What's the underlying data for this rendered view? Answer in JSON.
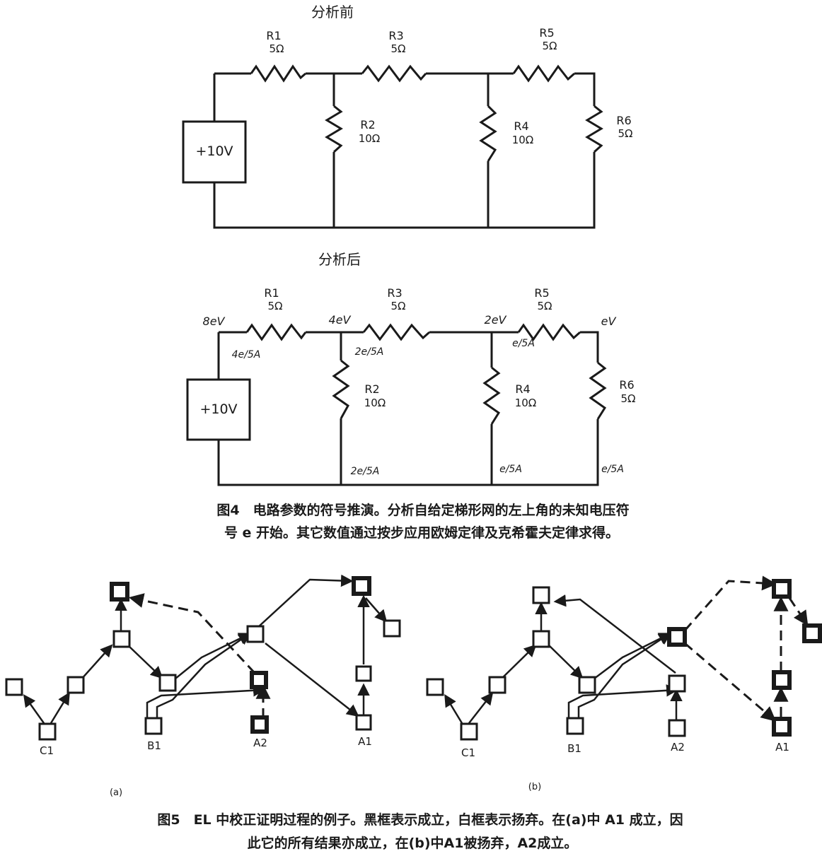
{
  "figure4": {
    "before_title": "分析前",
    "after_title": "分析后",
    "before": {
      "r1": {
        "name": "R1",
        "value": "5Ω"
      },
      "r3": {
        "name": "R3",
        "value": "5Ω"
      },
      "r5": {
        "name": "R5",
        "value": "5Ω"
      },
      "r2": {
        "name": "R2",
        "value": "10Ω"
      },
      "r4": {
        "name": "R4",
        "value": "10Ω"
      },
      "r6": {
        "name": "R6",
        "value": "5Ω"
      },
      "source": "+10V"
    },
    "after": {
      "r1": {
        "name": "R1",
        "value": "5Ω"
      },
      "r3": {
        "name": "R3",
        "value": "5Ω"
      },
      "r5": {
        "name": "R5",
        "value": "5Ω"
      },
      "r2": {
        "name": "R2",
        "value": "10Ω"
      },
      "r4": {
        "name": "R4",
        "value": "10Ω"
      },
      "r6": {
        "name": "R6",
        "value": "5Ω"
      },
      "source": "+10V",
      "node_voltages": [
        "8eV",
        "4eV",
        "2eV",
        "eV"
      ],
      "currents": {
        "i_source": "4e/5A",
        "i_r2_top": "2e/5A",
        "i_r4_top": "e/5A",
        "i_r2_bottom": "2e/5A",
        "i_r4_bottom": "e/5A",
        "i_r6_bottom": "e/5A"
      }
    },
    "caption_line1": "图4　电路参数的符号推演。分析自给定梯形网的左上角的未知电压符",
    "caption_line2": "号 e 开始。其它数值通过按步应用欧姆定律及克希霍夫定律求得。"
  },
  "figure5": {
    "panel_a": {
      "label": "(a)",
      "node_labels": {
        "c1": "C1",
        "b1": "B1",
        "a2": "A2",
        "a1": "A1"
      }
    },
    "panel_b": {
      "label": "(b)",
      "node_labels": {
        "c1": "C1",
        "b1": "B1",
        "a2": "A2",
        "a1": "A1"
      }
    },
    "caption_line1": "图5　EL 中校正证明过程的例子。黑框表示成立，白框表示扬弃。在(a)中 A1 成立，因",
    "caption_line2": "此它的所有结果亦成立，在(b)中A1被扬弃，A2成立。"
  }
}
